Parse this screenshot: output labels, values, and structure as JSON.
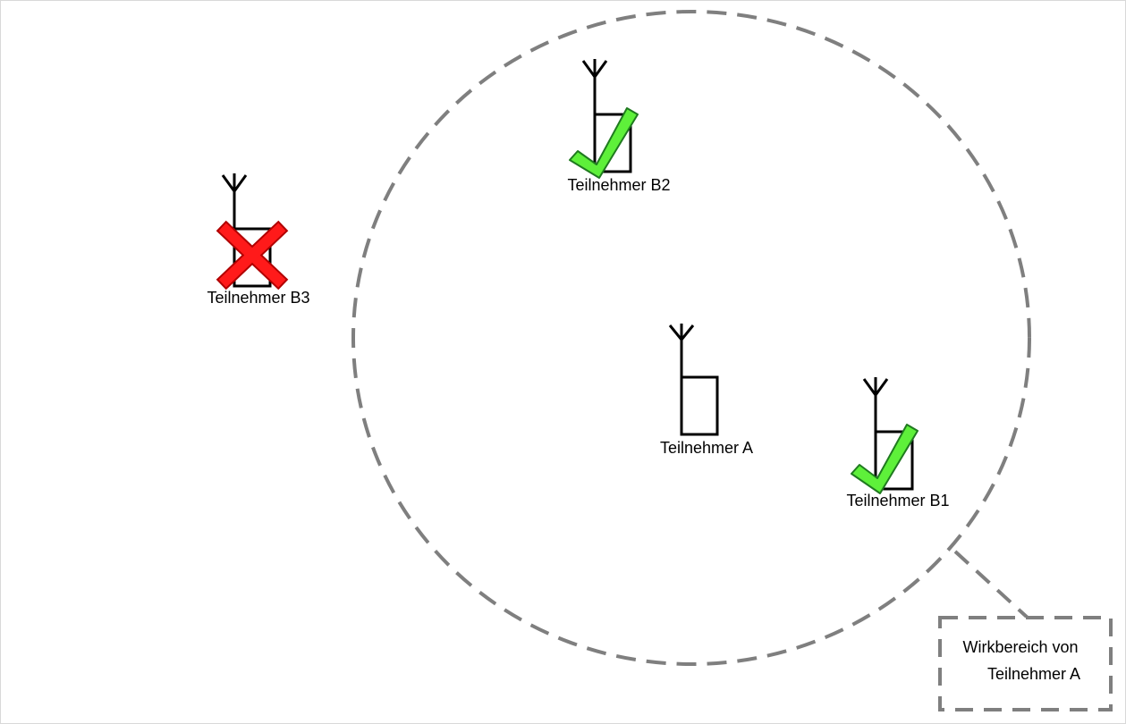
{
  "diagram": {
    "colors": {
      "range_stroke": "#7f7f7f",
      "device_stroke": "#000000",
      "check_fill": "#5ef03a",
      "cross_fill": "#ff1a1a"
    },
    "nodes": {
      "a": {
        "label": "Teilnehmer A",
        "status": "none"
      },
      "b1": {
        "label": "Teilnehmer B1",
        "status": "in-range",
        "icon": "check-icon"
      },
      "b2": {
        "label": "Teilnehmer B2",
        "status": "in-range",
        "icon": "check-icon"
      },
      "b3": {
        "label": "Teilnehmer B3",
        "status": "out-of-range",
        "icon": "cross-icon"
      }
    },
    "annotation": {
      "line1": "Wirkbereich von",
      "line2": "Teilnehmer A"
    }
  }
}
